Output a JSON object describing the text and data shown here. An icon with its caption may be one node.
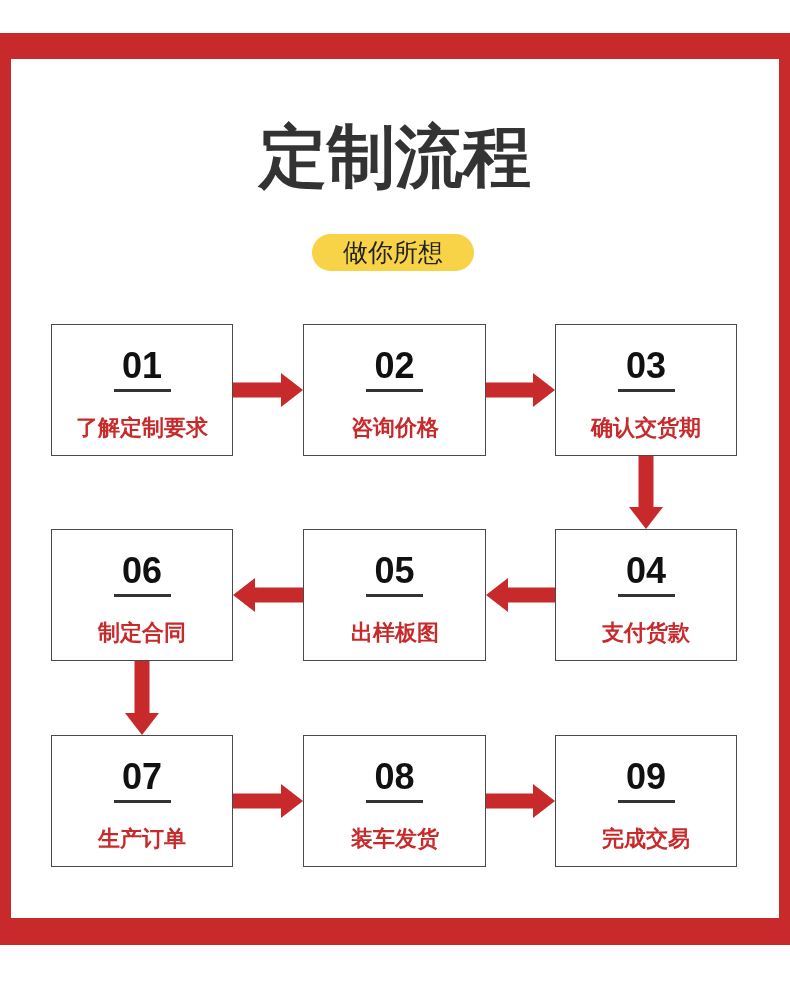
{
  "diagram": {
    "title": "定制流程",
    "nodes": [
      {
        "text": [
          "做你所想"
        ]
      },
      {
        "text": [
          "01",
          "了解定制要求"
        ]
      },
      {
        "text": [
          "02",
          "咨询价格"
        ]
      },
      {
        "text": [
          "03",
          "确认交货期"
        ]
      },
      {
        "text": [
          "04",
          "支付货款"
        ]
      },
      {
        "text": [
          "05",
          "出样板图"
        ]
      },
      {
        "text": [
          "06",
          "制定合同"
        ]
      },
      {
        "text": [
          "07",
          "生产订单"
        ]
      },
      {
        "text": [
          "08",
          "装车发货"
        ]
      },
      {
        "text": [
          "09",
          "完成交易"
        ]
      }
    ],
    "edges": [
      {
        "from": 1,
        "to": 2,
        "arrow": "to"
      },
      {
        "from": 2,
        "to": 3,
        "arrow": "to"
      },
      {
        "from": 3,
        "to": 4,
        "arrow": "to"
      },
      {
        "from": 4,
        "to": 5,
        "arrow": "to"
      },
      {
        "from": 5,
        "to": 6,
        "arrow": "to"
      },
      {
        "from": 6,
        "to": 7,
        "arrow": "to"
      },
      {
        "from": 7,
        "to": 8,
        "arrow": "to"
      },
      {
        "from": 8,
        "to": 9,
        "arrow": "to"
      }
    ]
  }
}
